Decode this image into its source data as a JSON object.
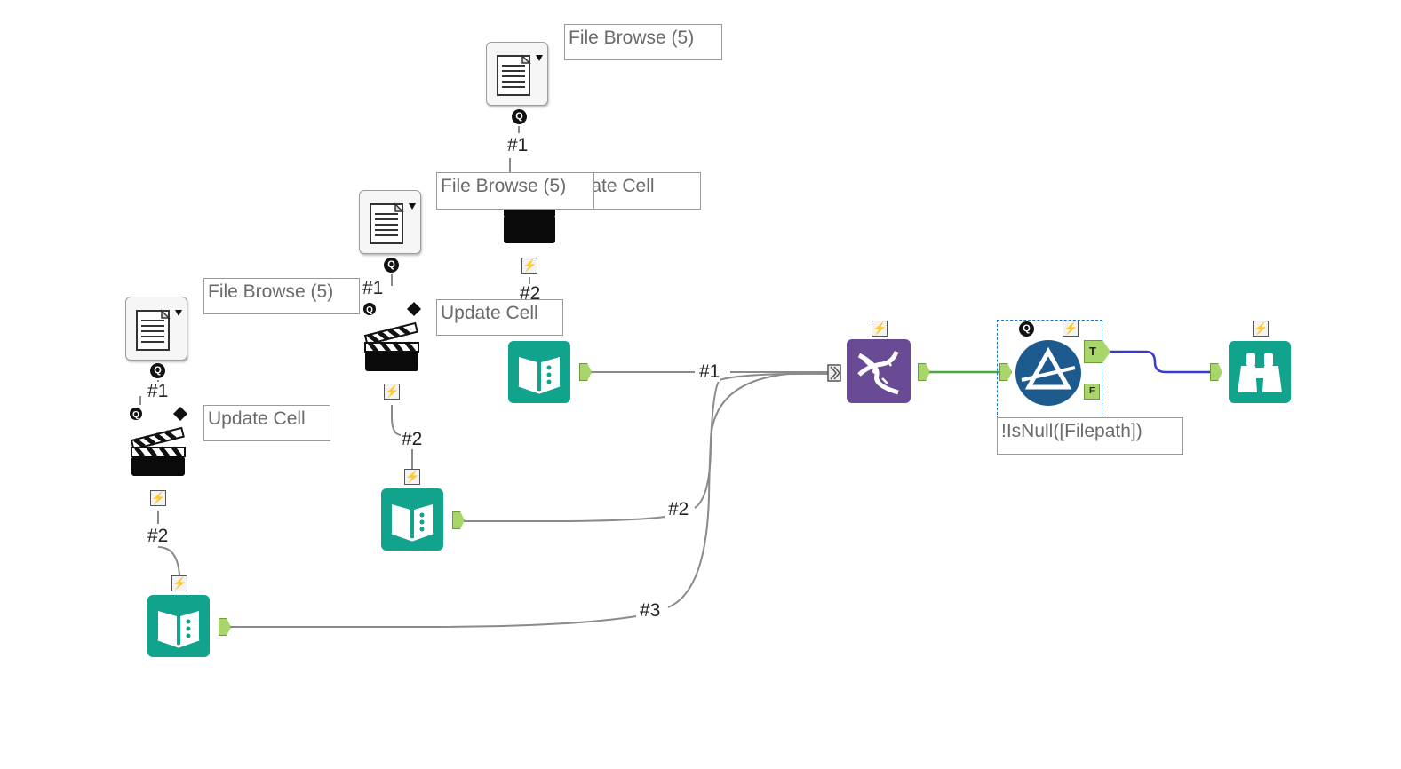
{
  "canvas": {
    "tools": {
      "file_browse_1": {
        "icon": "document-file-icon",
        "label": "File Browse (5)"
      },
      "file_browse_2": {
        "icon": "document-file-icon",
        "label": "File Browse (5)"
      },
      "file_browse_3": {
        "icon": "document-file-icon",
        "label": "File Browse (5)"
      },
      "update_cell_1": {
        "icon": "clapperboard-action-icon",
        "label": "pdate Cell"
      },
      "update_cell_2": {
        "icon": "clapperboard-action-icon",
        "label": "Update Cell"
      },
      "update_cell_3": {
        "icon": "clapperboard-action-icon",
        "label": "Update Cell"
      },
      "input_1": {
        "icon": "book-input-icon"
      },
      "input_2": {
        "icon": "book-input-icon"
      },
      "input_3": {
        "icon": "book-input-icon"
      },
      "union": {
        "icon": "dna-union-icon"
      },
      "filter": {
        "icon": "filter-prism-icon",
        "label": "!IsNull([Filepath])",
        "true_anchor": "T",
        "false_anchor": "F"
      },
      "browse": {
        "icon": "binoculars-browse-icon"
      }
    },
    "connection_labels": {
      "fb1_uc1": "#1",
      "uc1_in1": "#2",
      "fb2_uc2": "#1",
      "uc2_in2": "#2",
      "fb3_uc3": "#1",
      "uc3_in3": "#2",
      "union_1": "#1",
      "union_2": "#2",
      "union_3": "#3"
    },
    "badges": {
      "question": "Q",
      "lightning": "⚡"
    }
  },
  "colors": {
    "teal_tool": "#12a38d",
    "purple_tool": "#684b94",
    "filter_blue": "#1d5a8e",
    "anchor_green": "#a9d66a",
    "true_wire": "#3a3ad0",
    "union_wire": "#44a844",
    "wire": "#808080"
  }
}
